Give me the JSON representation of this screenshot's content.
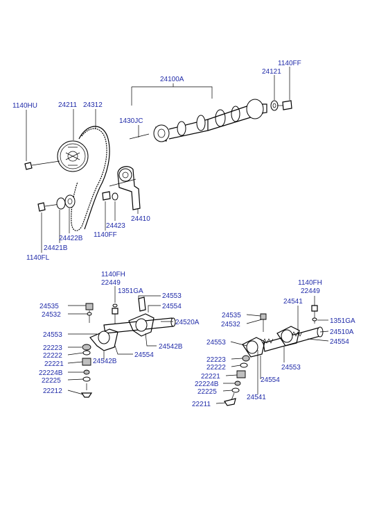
{
  "diagram": {
    "colors": {
      "label": "#1f2aa8",
      "line": "#000000"
    },
    "labels": {
      "l_1140FF_top": "1140FF",
      "l_24121": "24121",
      "l_24100A": "24100A",
      "l_1430JC": "1430JC",
      "l_1140HU": "1140HU",
      "l_24211": "24211",
      "l_24312": "24312",
      "l_24410": "24410",
      "l_24423": "24423",
      "l_1140FF_mid": "1140FF",
      "l_24422B": "24422B",
      "l_24421B": "24421B",
      "l_1140FL": "1140FL",
      "L_1140FH": "1140FH",
      "L_22449": "22449",
      "L_1351GA": "1351GA",
      "L_24553_a": "24553",
      "L_24554_a": "24554",
      "L_24535": "24535",
      "L_24532": "24532",
      "L_24520A": "24520A",
      "L_24553_b": "24553",
      "L_24542B_r": "24542B",
      "L_22223": "22223",
      "L_22222": "22222",
      "L_24554_b": "24554",
      "L_22221": "22221",
      "L_24542B_l": "24542B",
      "L_22224B": "22224B",
      "L_22225": "22225",
      "L_22212": "22212",
      "R_1140FH": "1140FH",
      "R_22449": "22449",
      "R_24541_a": "24541",
      "R_24535": "24535",
      "R_1351GA": "1351GA",
      "R_24532": "24532",
      "R_24510A": "24510A",
      "R_24553_a": "24553",
      "R_24554_a": "24554",
      "R_22223": "22223",
      "R_22222": "22222",
      "R_24553_b": "24553",
      "R_22221": "22221",
      "R_24554_b": "24554",
      "R_22224B": "22224B",
      "R_22225": "22225",
      "R_24541_b": "24541",
      "R_22211": "22211"
    }
  }
}
